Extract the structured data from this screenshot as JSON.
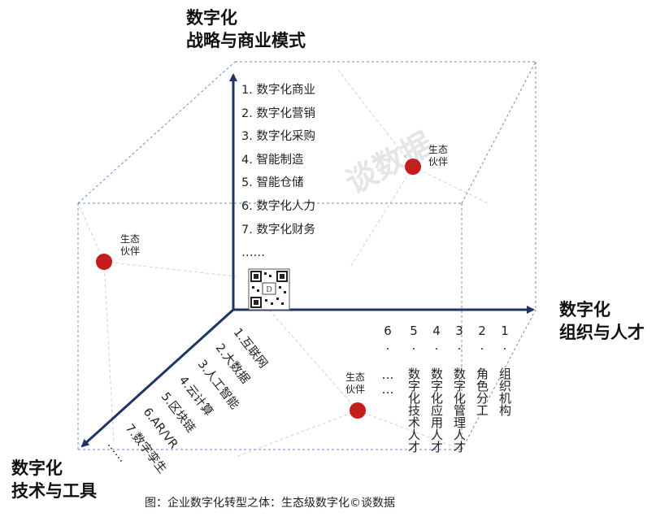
{
  "y_axis_title": [
    "数字化",
    "战略与商业模式"
  ],
  "x_axis_title": [
    "数字化",
    "组织与人才"
  ],
  "z_axis_title": [
    "数字化",
    "技术与工具"
  ],
  "y_items": [
    "1. 数字化商业",
    "2. 数字化营销",
    "3. 数字化采购",
    "4. 智能制造",
    "5. 智能仓储",
    "6. 数字化人力",
    "7. 数字化财务",
    "……"
  ],
  "x_items": [
    "1. 组织机构",
    "2. 角色分工",
    "3. 数字化管理人才",
    "4. 数字化应用人才",
    "5. 数字化技术人才",
    "6. ……"
  ],
  "z_items": [
    "1.互联网",
    "2.大数据",
    "3.人工智能",
    "4.云计算",
    "5.区块链",
    "6.AR/VR",
    "7.数字孪生",
    "……"
  ],
  "eco_partner": [
    "生态",
    "伙伴"
  ],
  "watermark_text": "谈数据",
  "caption": "图：企业数字化转型之体：生态级数字化©谈数据",
  "colors": {
    "axis": "#1f3466",
    "dashed": "#6a8cc9",
    "dot": "#c51c1c",
    "guide": "#cfcfcf"
  },
  "qr_icon": "qr-code-icon"
}
